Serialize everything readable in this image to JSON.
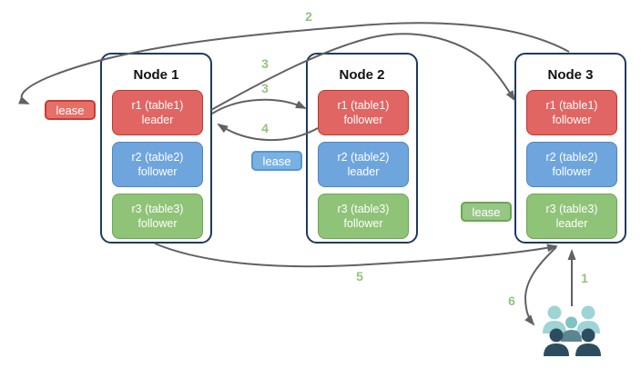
{
  "diagram": {
    "nodes": [
      {
        "title": "Node 1",
        "replicas": [
          {
            "name": "r1 (table1)",
            "role": "leader",
            "color": "red"
          },
          {
            "name": "r2 (table2)",
            "role": "follower",
            "color": "blue"
          },
          {
            "name": "r3 (table3)",
            "role": "follower",
            "color": "green"
          }
        ]
      },
      {
        "title": "Node 2",
        "replicas": [
          {
            "name": "r1 (table1)",
            "role": "follower",
            "color": "red"
          },
          {
            "name": "r2 (table2)",
            "role": "leader",
            "color": "blue"
          },
          {
            "name": "r3 (table3)",
            "role": "follower",
            "color": "green"
          }
        ]
      },
      {
        "title": "Node 3",
        "replicas": [
          {
            "name": "r1 (table1)",
            "role": "follower",
            "color": "red"
          },
          {
            "name": "r2 (table2)",
            "role": "follower",
            "color": "blue"
          },
          {
            "name": "r3 (table3)",
            "role": "leader",
            "color": "green"
          }
        ]
      }
    ],
    "leases": [
      {
        "label": "lease",
        "color": "red"
      },
      {
        "label": "lease",
        "color": "blue"
      },
      {
        "label": "lease",
        "color": "green"
      }
    ],
    "steps": {
      "step1": "1",
      "step2": "2",
      "step3a": "3",
      "step3b": "3",
      "step4": "4",
      "step5": "5",
      "step6": "6"
    },
    "icons": {
      "users": "users-icon"
    },
    "colors": {
      "replica_red": "#e06563",
      "replica_red_border": "#c0392b",
      "replica_blue": "#6fa5dd",
      "replica_blue_border": "#4a86c8",
      "replica_green": "#8fc377",
      "replica_green_border": "#69a84f",
      "lease_red": "#e57068",
      "lease_blue": "#79b1e2",
      "lease_green": "#97c687",
      "node_border": "#1f3a5f",
      "arrow": "#616161",
      "step_text": "#93c47d",
      "users_light": "#9ed4d6",
      "users_mid_head": "#7fc3c5",
      "users_mid_body": "#5b8591",
      "users_dark": "#2c4d5f"
    }
  }
}
